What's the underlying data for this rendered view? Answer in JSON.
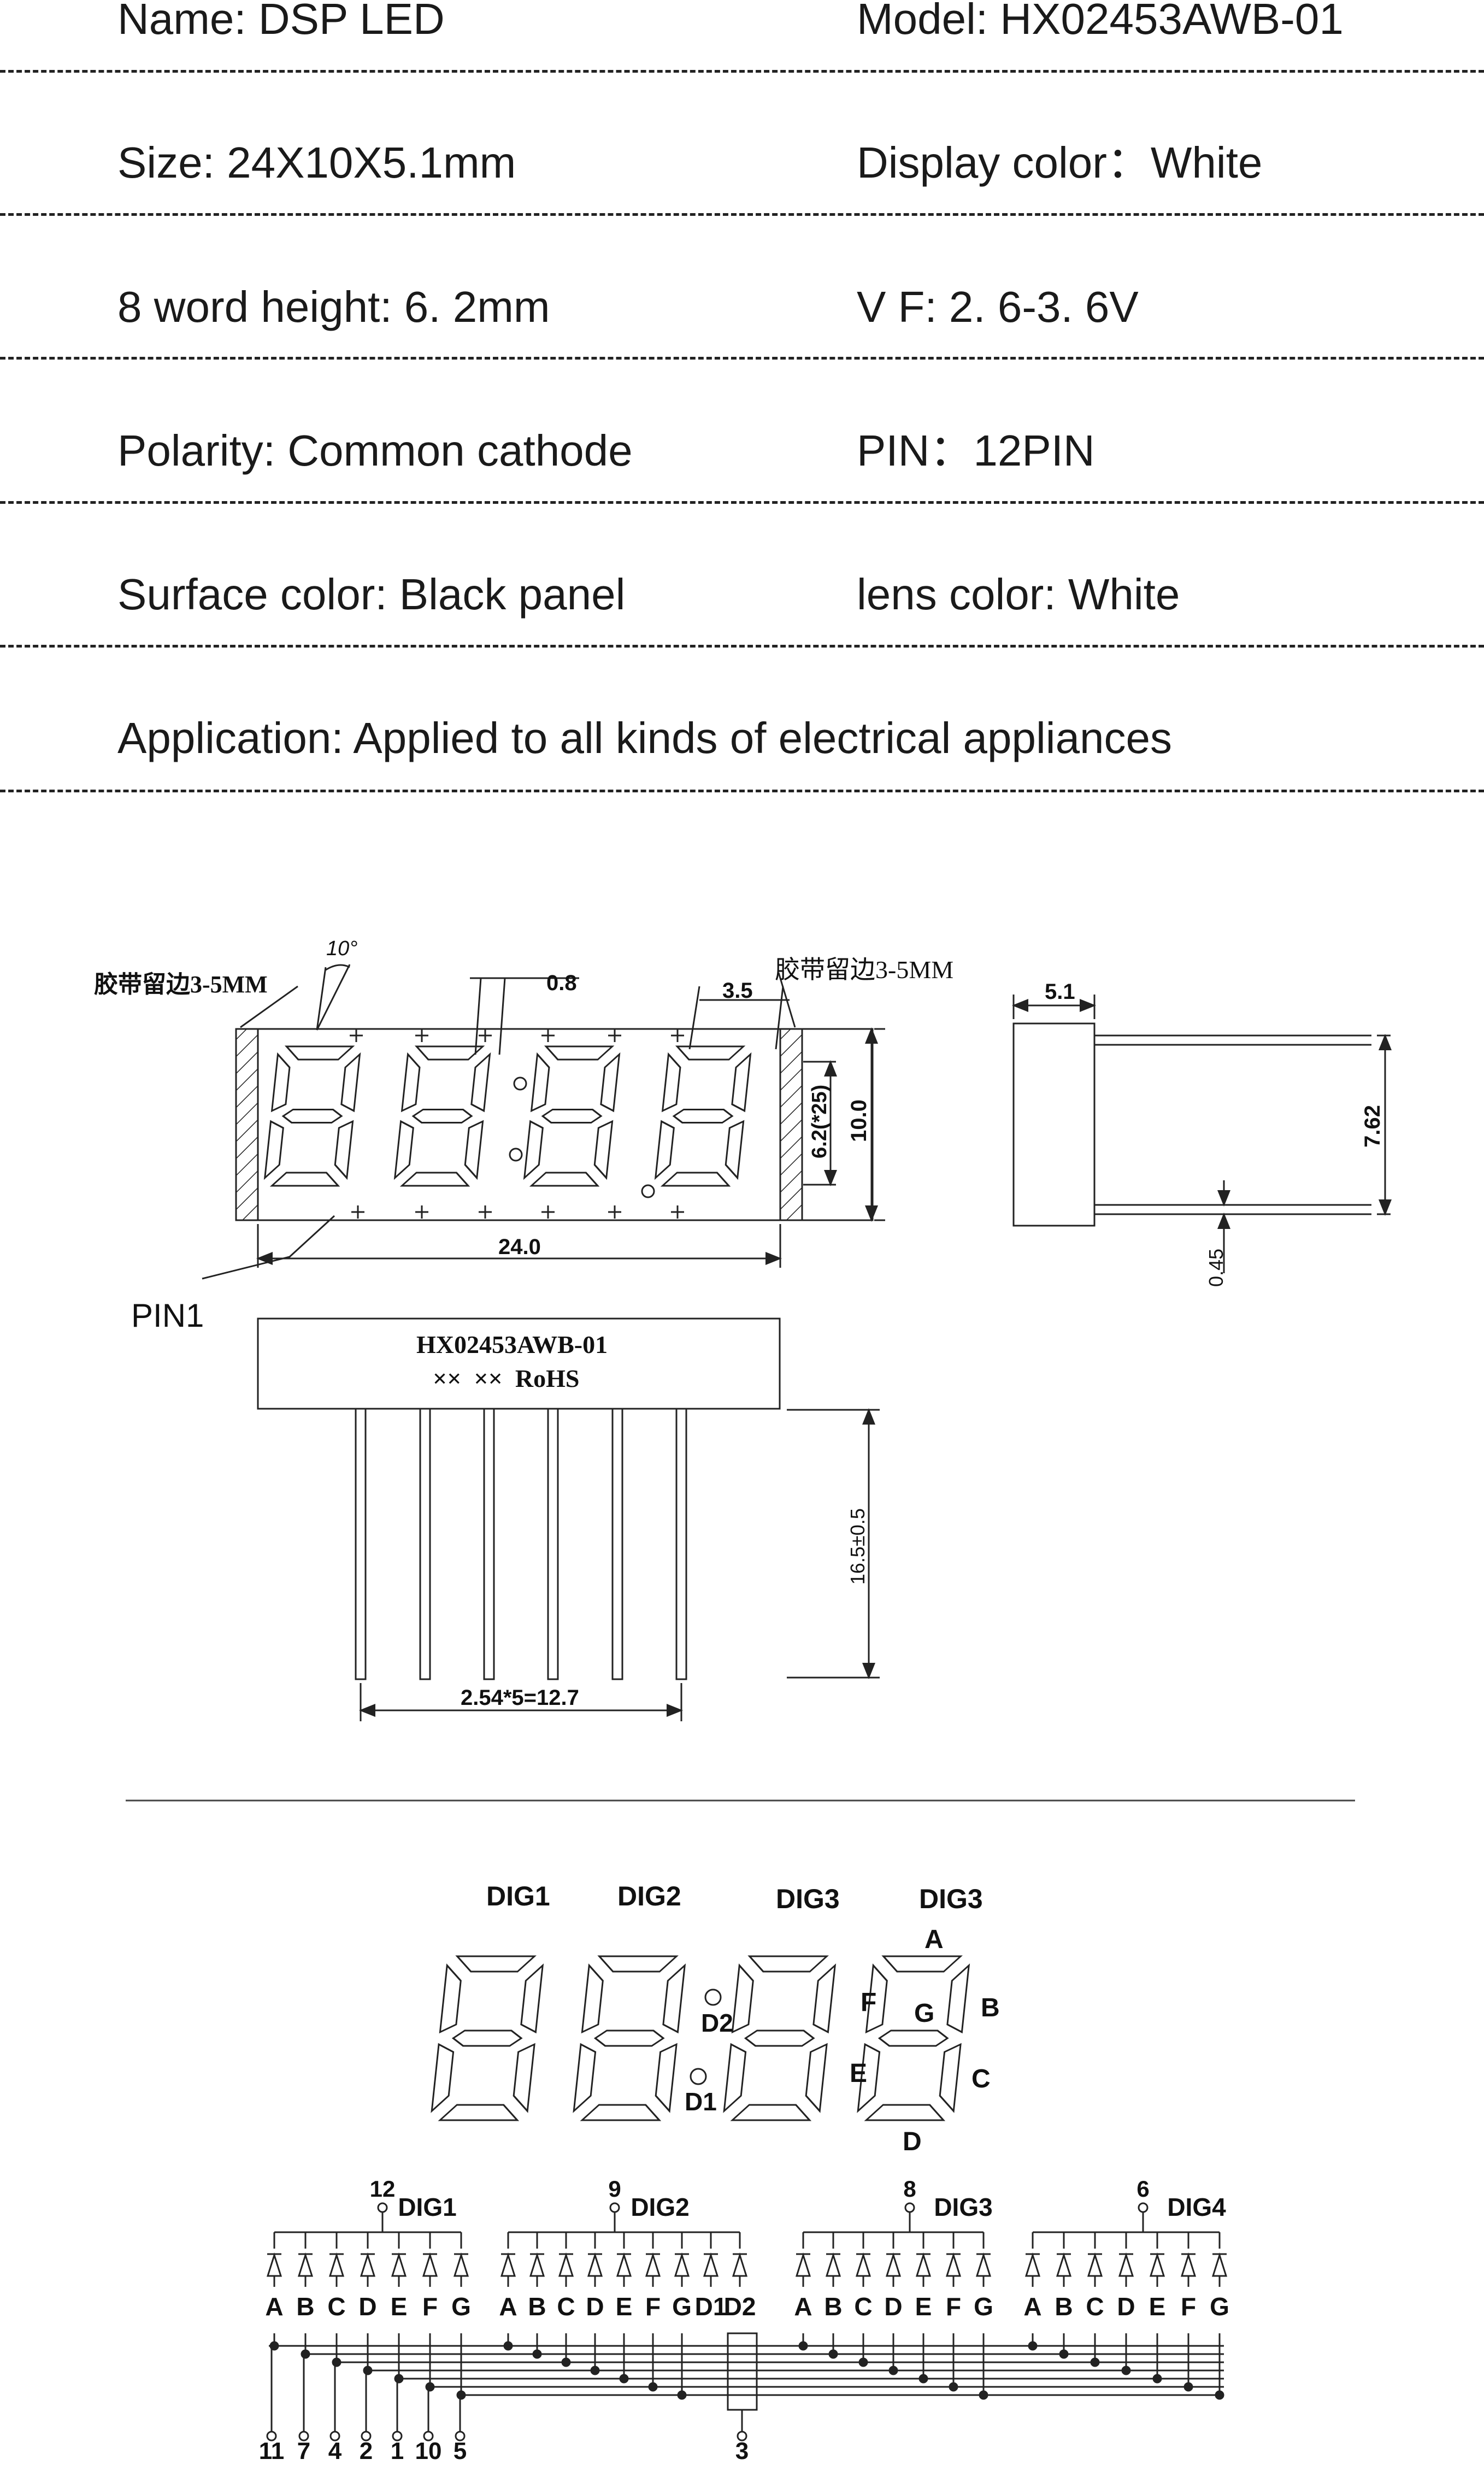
{
  "specs": [
    {
      "left": "Name: DSP LED",
      "right": "Model: HX02453AWB-01"
    },
    {
      "left": "Size: 24X10X5.1mm",
      "right": "Display color：White"
    },
    {
      "left": "8 word height: 6. 2mm",
      "right": "V F: 2. 6-3. 6V"
    },
    {
      "left": "Polarity: Common cathode",
      "right": "PIN：12PIN"
    },
    {
      "left": "Surface color: Black panel",
      "right": "lens color: White"
    },
    {
      "left": "Application: Applied to all kinds of electrical appliances",
      "right": ""
    }
  ],
  "dimension_drawing": {
    "tape_note_left": "胶带留边3-5MM",
    "tape_note_right": "胶带留边3-5MM",
    "angle": "10°",
    "dim_seg_width": "0.8",
    "dim_pitch": "3.5",
    "dim_char_height": "6.2(*25)",
    "dim_height": "10.0",
    "dim_width": "24.0",
    "dim_depth": "5.1",
    "dim_row_spacing": "7.62",
    "dim_pin_dia": "0.45",
    "pin1": "PIN1",
    "bottom_model": "HX02453AWB-01",
    "bottom_marks": "××  ××  RoHS",
    "dim_pin_length": "16.5±0.5",
    "dim_pin_pitch": "2.54*5=12.7"
  },
  "segment_diagram": {
    "digit_labels": [
      "DIG1",
      "DIG2",
      "DIG3",
      "DIG3"
    ],
    "segments": {
      "a": "A",
      "b": "B",
      "c": "C",
      "d": "D",
      "e": "E",
      "f": "F",
      "g": "G"
    },
    "colon_top": "D2",
    "colon_bottom": "D1"
  },
  "circuit": {
    "digits": [
      {
        "label": "DIG1",
        "pin": "12",
        "anodes": [
          "A",
          "B",
          "C",
          "D",
          "E",
          "F",
          "G"
        ]
      },
      {
        "label": "DIG2",
        "pin": "9",
        "anodes": [
          "A",
          "B",
          "C",
          "D",
          "E",
          "F",
          "G",
          "D1",
          "D2"
        ]
      },
      {
        "label": "DIG3",
        "pin": "8",
        "anodes": [
          "A",
          "B",
          "C",
          "D",
          "E",
          "F",
          "G"
        ]
      },
      {
        "label": "DIG4",
        "pin": "6",
        "anodes": [
          "A",
          "B",
          "C",
          "D",
          "E",
          "F",
          "G"
        ]
      }
    ],
    "bottom_pins": [
      "11",
      "7",
      "4",
      "2",
      "1",
      "10",
      "5"
    ],
    "colon_pin": "3"
  }
}
